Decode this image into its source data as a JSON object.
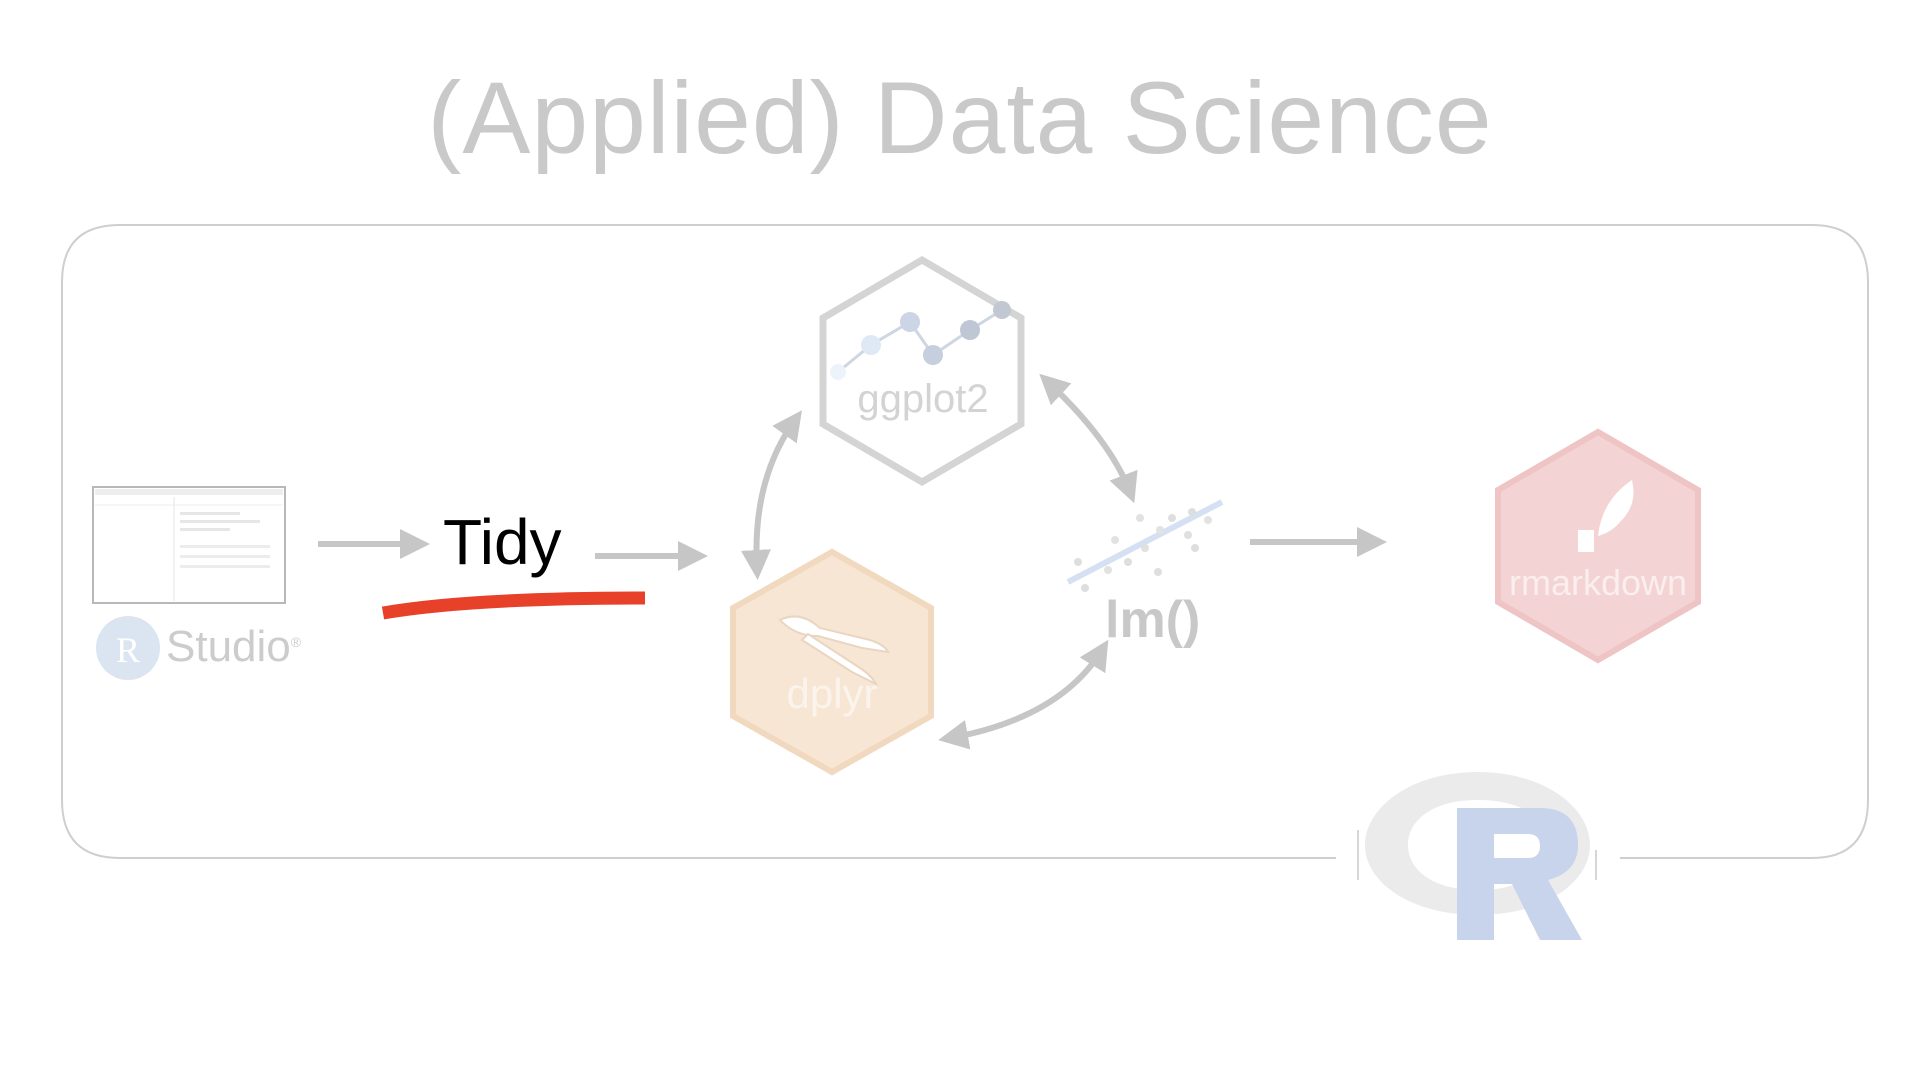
{
  "title": "(Applied) Data Science",
  "steps": {
    "rstudio": "Studio",
    "rstudio_mark": "®",
    "tidy": "Tidy",
    "ggplot": "ggplot2",
    "dplyr": "dplyr",
    "lm": "lm()",
    "rmarkdown": "rmarkdown"
  },
  "colors": {
    "title": "#c9c9c9",
    "arrow": "#c6c6c6",
    "underline": "#e8412a",
    "dplyr_hex": "#f7e6d4",
    "rmarkdown_hex": "#f3d3d3",
    "r_logo_blue": "#c8d4ec"
  }
}
